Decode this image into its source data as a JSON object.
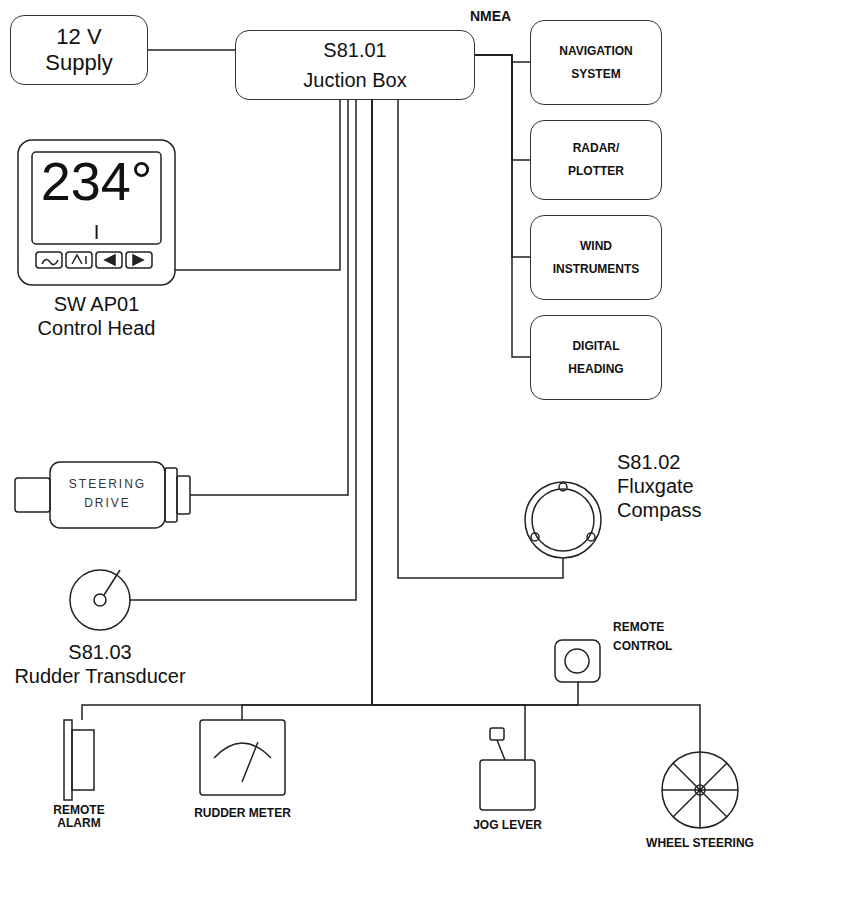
{
  "diagram": {
    "nodes": [
      {
        "text": [
          "12 V Supply"
        ]
      },
      {
        "text": [
          "S81.01",
          "Juction Box"
        ]
      },
      {
        "text": [
          "NAVIGATION SYSTEM"
        ]
      },
      {
        "text": [
          "RADAR/ PLOTTER"
        ]
      },
      {
        "text": [
          "WIND INSTRUMENTS"
        ]
      },
      {
        "text": [
          "DIGITAL HEADING"
        ]
      },
      {
        "text": [
          "234°",
          "I",
          "SW AP01",
          "Control Head"
        ]
      },
      {
        "text": [
          "STEERING DRIVE"
        ]
      },
      {
        "text": [
          "S81.02",
          "Fluxgate Compass"
        ]
      },
      {
        "text": [
          "S81.03",
          "Rudder Transducer"
        ]
      },
      {
        "text": [
          "REMOTE CONTROL"
        ]
      },
      {
        "text": [
          "REMOTE ALARM"
        ]
      },
      {
        "text": [
          "RUDDER METER"
        ]
      },
      {
        "text": [
          "JOG LEVER"
        ]
      },
      {
        "text": [
          "WHEEL STEERING"
        ]
      }
    ],
    "edges": [
      {
        "from": 0,
        "to": 1,
        "arrow": "none"
      },
      {
        "from": 1,
        "to": 2,
        "arrow": "none"
      },
      {
        "from": 1,
        "to": 3,
        "arrow": "none"
      },
      {
        "from": 1,
        "to": 4,
        "arrow": "none"
      },
      {
        "from": 1,
        "to": 5,
        "arrow": "none"
      },
      {
        "from": 1,
        "to": 6,
        "arrow": "none"
      },
      {
        "from": 1,
        "to": 7,
        "arrow": "none"
      },
      {
        "from": 1,
        "to": 9,
        "arrow": "none"
      },
      {
        "from": 1,
        "to": 8,
        "arrow": "none"
      },
      {
        "from": 1,
        "to": 10,
        "arrow": "none"
      },
      {
        "from": 1,
        "to": 11,
        "arrow": "none"
      },
      {
        "from": 1,
        "to": 12,
        "arrow": "none"
      },
      {
        "from": 1,
        "to": 13,
        "arrow": "none"
      },
      {
        "from": 1,
        "to": 14,
        "arrow": "none"
      }
    ],
    "labels": [
      "NMEA"
    ]
  }
}
